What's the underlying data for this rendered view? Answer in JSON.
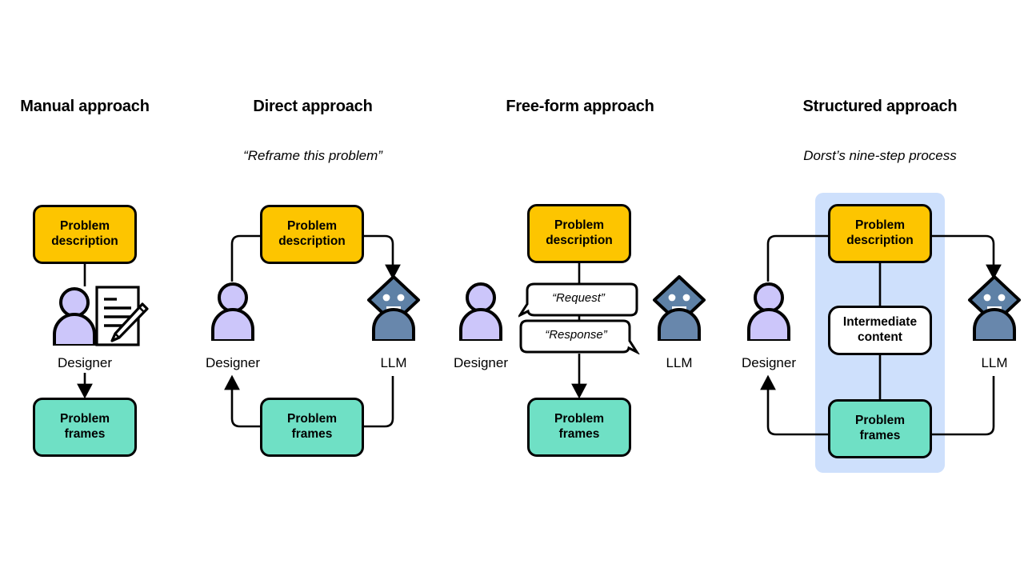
{
  "figure": {
    "background": "#ffffff",
    "palette": {
      "yellow": "#FDC500",
      "teal": "#6FE0C5",
      "panel_blue": "#CEE0FC",
      "designer_purple": "#CCC6FA",
      "llm_blue": "#6887AC",
      "llm_head": "#5E81A6",
      "stroke": "#000000",
      "white": "#FFFFFF"
    },
    "columns": [
      {
        "id": "manual",
        "title": "Manual approach",
        "subtitle": "",
        "nodes": {
          "problem_description": "Problem\ndescription",
          "problem_frames": "Problem\nframes"
        },
        "actors": [
          {
            "name": "Designer",
            "icon": "person-icon"
          },
          {
            "name": "",
            "icon": "notepad-pencil-icon"
          }
        ]
      },
      {
        "id": "direct",
        "title": "Direct approach",
        "subtitle": "“Reframe this problem”",
        "nodes": {
          "problem_description": "Problem\ndescription",
          "problem_frames": "Problem\nframes"
        },
        "actors": [
          {
            "name": "Designer",
            "icon": "person-icon"
          },
          {
            "name": "LLM",
            "icon": "llm-robot-icon"
          }
        ]
      },
      {
        "id": "free-form",
        "title": "Free-form approach",
        "subtitle": "",
        "nodes": {
          "problem_description": "Problem\ndescription",
          "problem_frames": "Problem\nframes"
        },
        "bubbles": [
          {
            "id": "request",
            "text": "“Request”",
            "tail": "left"
          },
          {
            "id": "response",
            "text": "“Response”",
            "tail": "right"
          }
        ],
        "actors": [
          {
            "name": "Designer",
            "icon": "person-icon"
          },
          {
            "name": "LLM",
            "icon": "llm-robot-icon"
          }
        ]
      },
      {
        "id": "structured",
        "title": "Structured approach",
        "subtitle": "Dorst’s nine-step process",
        "nodes": {
          "problem_description": "Problem\ndescription",
          "intermediate_content": "Intermediate\ncontent",
          "problem_frames": "Problem\nframes"
        },
        "actors": [
          {
            "name": "Designer",
            "icon": "person-icon"
          },
          {
            "name": "LLM",
            "icon": "llm-robot-icon"
          }
        ]
      }
    ],
    "labels": {
      "problem_description_line1": "Problem",
      "problem_description_line2": "description",
      "problem_frames_line1": "Problem",
      "problem_frames_line2": "frames",
      "intermediate_line1": "Intermediate",
      "intermediate_line2": "content",
      "designer": "Designer",
      "llm": "LLM",
      "request": "“Request”",
      "response": "“Response”"
    },
    "titles": {
      "t1": "Manual approach",
      "t2": "Direct approach",
      "t3": "Free-form approach",
      "t4": "Structured approach"
    },
    "subtitles": {
      "s2": "“Reframe this problem”",
      "s4": "Dorst’s nine-step process"
    }
  }
}
